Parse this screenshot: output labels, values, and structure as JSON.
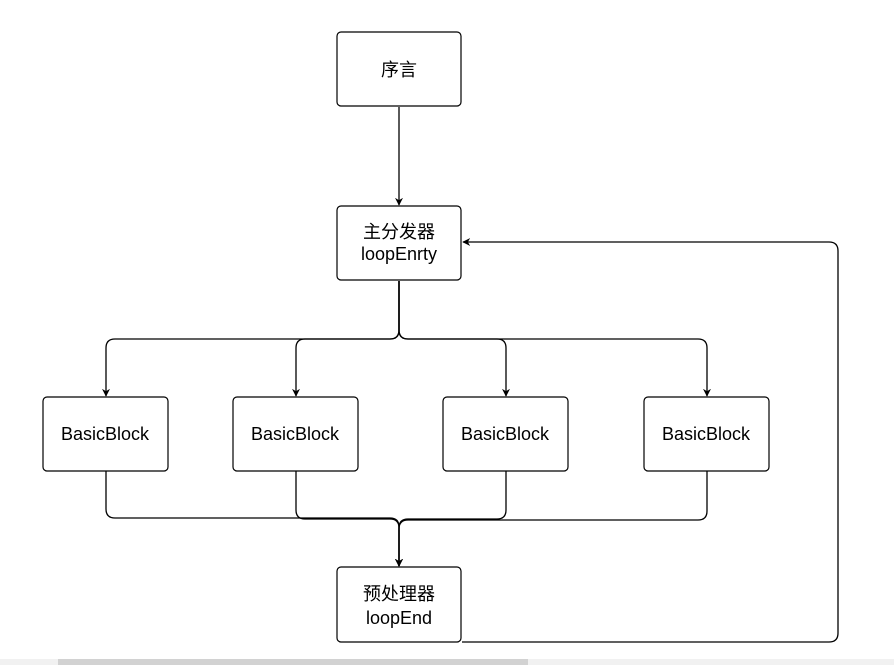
{
  "diagram": {
    "nodes": {
      "prologue": {
        "lines": [
          "序言"
        ]
      },
      "dispatcher": {
        "lines": [
          "主分发器",
          "loopEnrty"
        ]
      },
      "block1": {
        "lines": [
          "BasicBlock"
        ]
      },
      "block2": {
        "lines": [
          "BasicBlock"
        ]
      },
      "block3": {
        "lines": [
          "BasicBlock"
        ]
      },
      "block4": {
        "lines": [
          "BasicBlock"
        ]
      },
      "preprocessor": {
        "lines": [
          "预处理器",
          "loopEnd"
        ]
      }
    },
    "edges": [
      {
        "from": "prologue",
        "to": "dispatcher"
      },
      {
        "from": "dispatcher",
        "to": "block1"
      },
      {
        "from": "dispatcher",
        "to": "block2"
      },
      {
        "from": "dispatcher",
        "to": "block3"
      },
      {
        "from": "dispatcher",
        "to": "block4"
      },
      {
        "from": "block1",
        "to": "preprocessor"
      },
      {
        "from": "block2",
        "to": "preprocessor"
      },
      {
        "from": "block3",
        "to": "preprocessor"
      },
      {
        "from": "block4",
        "to": "preprocessor"
      },
      {
        "from": "preprocessor",
        "to": "dispatcher"
      }
    ]
  }
}
